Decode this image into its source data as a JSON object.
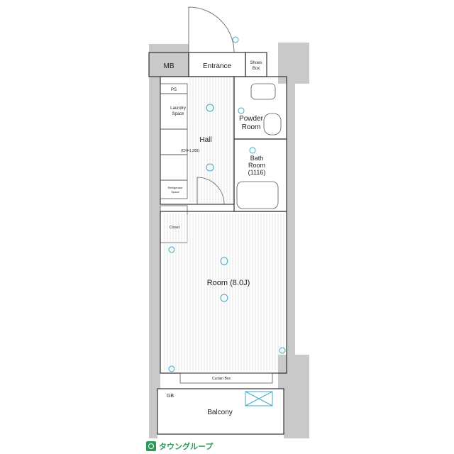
{
  "rooms": {
    "mb": "MB",
    "entrance": "Entrance",
    "shoes_box_1": "Shoes",
    "shoes_box_2": "Box",
    "ps": "PS",
    "laundry_1": "Laundry",
    "laundry_2": "Space",
    "refrigerator_1": "Refrigerator",
    "refrigerator_2": "Space",
    "closet": "Closet",
    "hall": "Hall",
    "powder_1": "Powder",
    "powder_2": "Room",
    "bath_1": "Bath",
    "bath_2": "Room",
    "bath_3": "(1116)",
    "main_room": "Room (8.0J)",
    "curtain_box": "Curtain Box",
    "balcony": "Balcony",
    "gb": "GB",
    "ceiling_height": "(CH=1,200)"
  },
  "logo": {
    "text": "タウングループ"
  },
  "colors": {
    "wall": "#c9c9c9",
    "fixture": "#39a9c9",
    "brand": "#2f9a57"
  }
}
